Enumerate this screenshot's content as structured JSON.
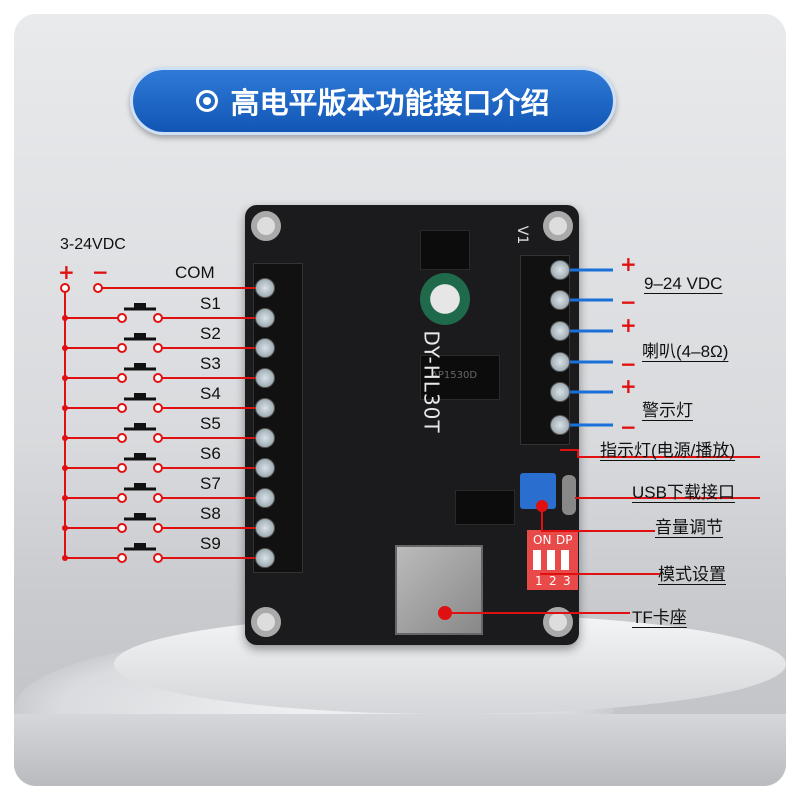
{
  "title": "高电平版本功能接口介绍",
  "left": {
    "supply": "3-24VDC",
    "plus": "+",
    "minus": "−",
    "com": "COM",
    "switches": [
      "S1",
      "S2",
      "S3",
      "S4",
      "S5",
      "S6",
      "S7",
      "S8",
      "S9"
    ]
  },
  "right": {
    "power": "9–24 VDC",
    "speaker": "喇叭(4–8Ω)",
    "alarm": "警示灯",
    "indicator": "指示灯(电源/播放)",
    "usb": "USB下载接口",
    "volume": "音量调节",
    "mode": "模式设置",
    "tf": "TF卡座",
    "plus": "+",
    "minus": "−"
  },
  "board": {
    "model": "DY-HL30T",
    "chip": "AP1530D",
    "v1": "V1",
    "dip_on": "ON",
    "dip_dp": "DP",
    "dip_nums": [
      "1",
      "2",
      "3"
    ]
  },
  "colors": {
    "accent": "#1a5fbf",
    "wire_red": "#e01010",
    "wire_blue": "#1a6fd8"
  }
}
